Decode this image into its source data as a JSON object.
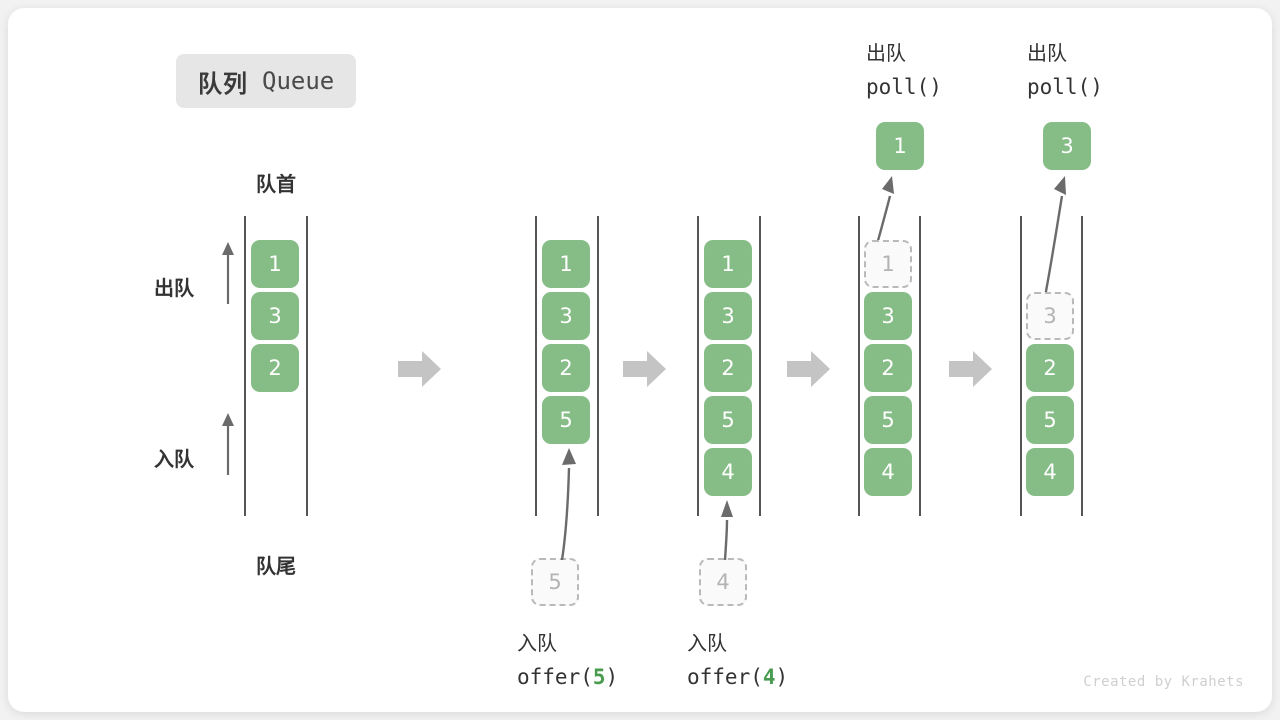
{
  "title": {
    "cn": "队列",
    "en": "Queue"
  },
  "labels": {
    "front": "队首",
    "rear": "队尾",
    "dequeue": "出队",
    "enqueue": "入队"
  },
  "watermark": "Created by Krahets",
  "colors": {
    "cell_fill": "#86bd87",
    "cell_text": "#ffffff",
    "ghost_border": "#b9b9b9",
    "ghost_text": "#b3b3b3",
    "rail": "#555555",
    "flow_arrow": "#c4c4c4",
    "op_arrow": "#6b6b6b",
    "badge_bg": "#e6e6e6",
    "text": "#333333",
    "accent_green": "#499b4f",
    "card_bg": "#ffffff",
    "page_bg": "#f2f2f2"
  },
  "columns": [
    {
      "id": "initial",
      "cells": [
        "1",
        "3",
        "2"
      ],
      "ghost": null,
      "caption": null,
      "popped": null,
      "show_side_labels": true
    },
    {
      "id": "after-offer-5",
      "cells": [
        "1",
        "3",
        "2",
        "5"
      ],
      "ghost": {
        "value": "5",
        "position": "below",
        "slot": 4
      },
      "caption": {
        "line1": "入队",
        "op": "offer(",
        "arg": "5",
        "close": ")"
      },
      "popped": null,
      "show_side_labels": false
    },
    {
      "id": "after-offer-4",
      "cells": [
        "1",
        "3",
        "2",
        "5",
        "4"
      ],
      "ghost": {
        "value": "4",
        "position": "below",
        "slot": 5
      },
      "caption": {
        "line1": "入队",
        "op": "offer(",
        "arg": "4",
        "close": ")"
      },
      "popped": null,
      "show_side_labels": false
    },
    {
      "id": "after-poll-1",
      "cells": [
        "3",
        "2",
        "5",
        "4"
      ],
      "ghost": {
        "value": "1",
        "position": "slot",
        "slot": 0
      },
      "caption": null,
      "popped": {
        "value": "1",
        "line1": "出队",
        "line2": "poll()"
      },
      "show_side_labels": false
    },
    {
      "id": "after-poll-3",
      "cells": [
        "2",
        "5",
        "4"
      ],
      "ghost": {
        "value": "3",
        "position": "slot",
        "slot": 1
      },
      "caption": {
        "line1": "",
        "op": "",
        "arg": "",
        "close": ""
      },
      "popped": {
        "value": "3",
        "line1": "出队",
        "line2": "poll()"
      },
      "show_side_labels": false
    }
  ],
  "flow_arrows": [
    {
      "id": "flow-1"
    },
    {
      "id": "flow-2"
    },
    {
      "id": "flow-3"
    },
    {
      "id": "flow-4"
    }
  ]
}
